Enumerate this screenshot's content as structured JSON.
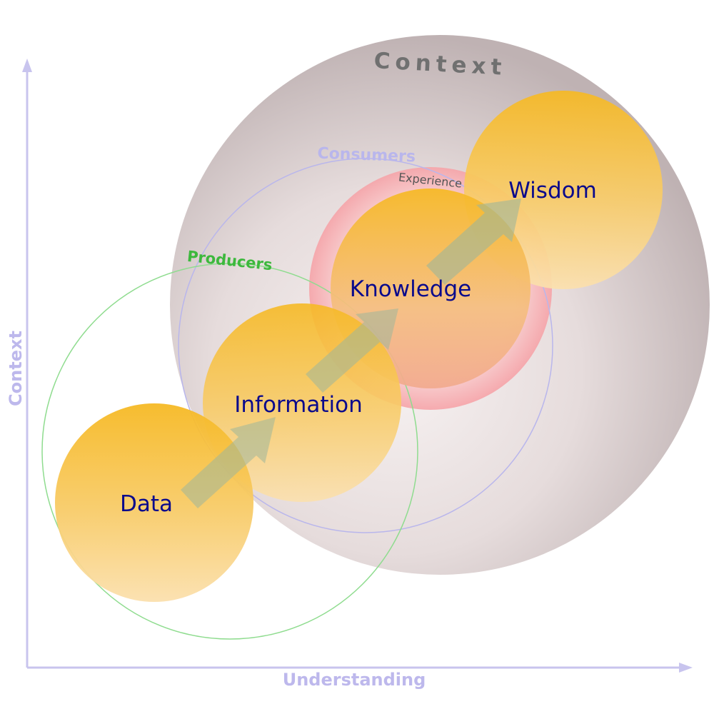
{
  "diagram": {
    "context_sphere_label": "Context",
    "consumers_label": "Consumers",
    "producers_label": "Producers",
    "experience_label": "Experience",
    "nodes": {
      "data": "Data",
      "information": "Information",
      "knowledge": "Knowledge",
      "wisdom": "Wisdom"
    },
    "axes": {
      "y_label": "Context",
      "x_label": "Understanding"
    }
  },
  "colors": {
    "axis": "#c8c4ee",
    "axis_text": "#bdb8ec",
    "node_label": "#0a0a8c",
    "orb_top": "#f6b92a",
    "orb_bottom": "#fbdca6",
    "producers": "#8fdc8f",
    "producers_text": "#3db83d",
    "consumers": "#b9b6ec",
    "experience_ring": "#f7a0a8",
    "arrow": "#9fb69a",
    "sphere": "#c8bcbe"
  }
}
